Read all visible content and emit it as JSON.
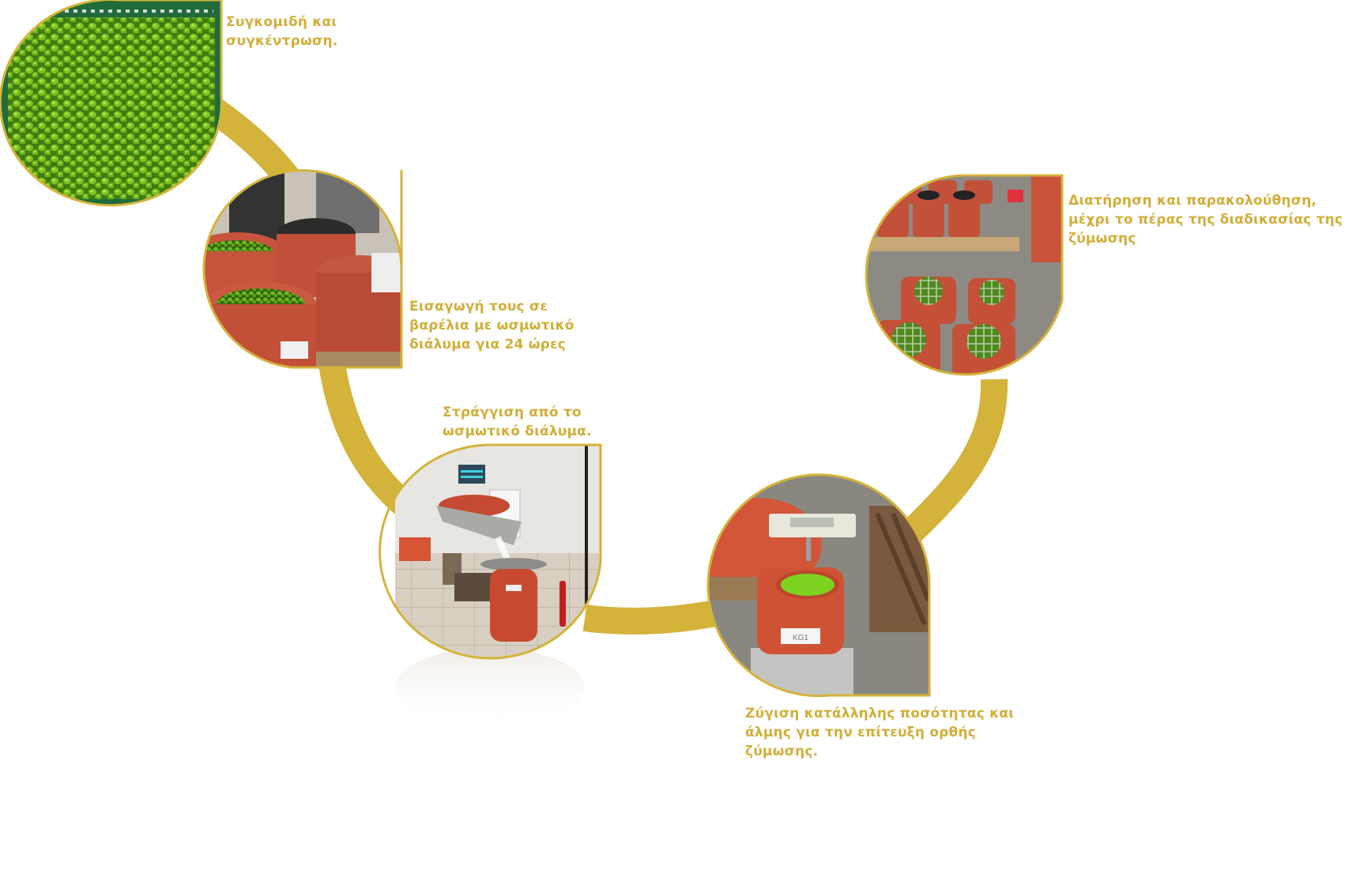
{
  "diagram": {
    "title": "Olive fermentation process",
    "accent_color": "#D4B33B",
    "label_color": "#D2AE3A",
    "steps": [
      {
        "id": "harvest",
        "order": 1,
        "photo": "green-olives-in-crate",
        "label_lines": [
          "Συγκομιδή και",
          "συγκέντρωση."
        ]
      },
      {
        "id": "osmotic-barrels",
        "order": 2,
        "photo": "olives-in-orange-barrels",
        "label_lines": [
          "Εισαγωγή τους σε",
          "βαρέλια με ωσμωτικό",
          "διάλυμα για 24 ώρες"
        ]
      },
      {
        "id": "draining",
        "order": 3,
        "photo": "draining-machine-and-barrel",
        "label_lines": [
          "Στράγγιση από το",
          "ωσμωτικό διάλυμα."
        ]
      },
      {
        "id": "weighing",
        "order": 4,
        "photo": "container-on-scale",
        "scale_label": "KG1",
        "label_lines": [
          "Ζύγιση κατάλληλης ποσότητας και",
          "άλμης για την επίτευξη ορθής",
          "ζύμωσης."
        ]
      },
      {
        "id": "monitoring",
        "order": 5,
        "photo": "containers-on-pallets",
        "label_lines": [
          "Διατήρηση και παρακολούθηση,",
          "μέχρι το πέρας της διαδικασίας της",
          "ζύμωσης"
        ]
      }
    ]
  }
}
